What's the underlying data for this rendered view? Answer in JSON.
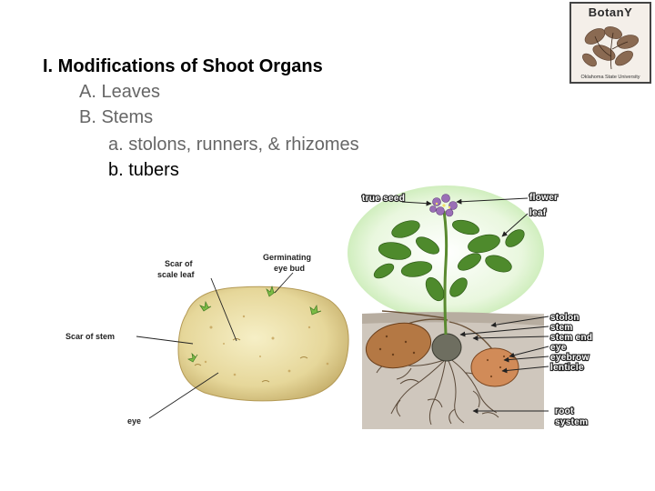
{
  "outline": {
    "heading": "I.  Modifications of Shoot Organs",
    "item_a": "A.  Leaves",
    "item_b": "B. Stems",
    "sub_a": "a. stolons, runners, & rhizomes",
    "sub_b": "b. tubers"
  },
  "logo": {
    "title": "BotanY",
    "subtitle": "Oklahoma State University"
  },
  "potato_labels": {
    "scar_scale_leaf_1": "Scar of",
    "scar_scale_leaf_2": "scale leaf",
    "germinating_1": "Germinating",
    "germinating_2": "eye bud",
    "scar_stem": "Scar of stem",
    "eye": "eye"
  },
  "plant_labels": {
    "true_seed": "true seed",
    "flower": "flower",
    "leaf": "leaf",
    "stolon": "stolon",
    "stem": "stem",
    "stem_end": "stem end",
    "eye": "eye",
    "eyebrow": "eyebrow",
    "lenticle": "lenticle",
    "root": "root",
    "system": "system"
  }
}
